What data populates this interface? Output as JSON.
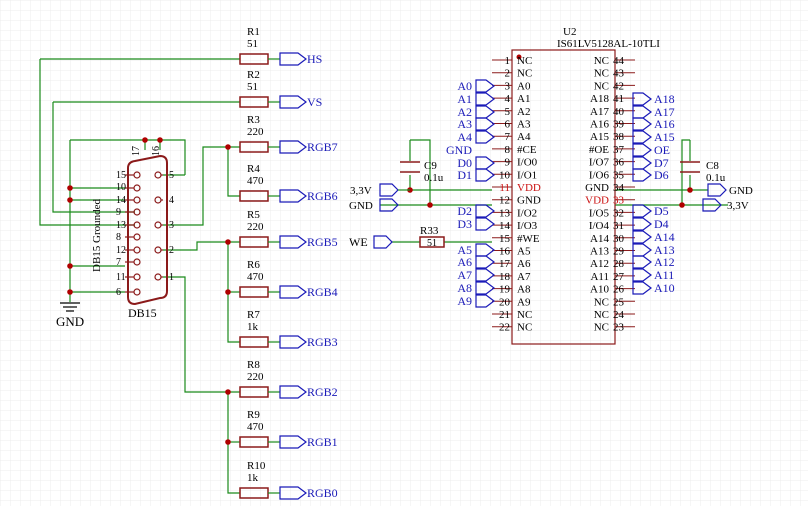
{
  "theme": {
    "wire": "#1a8a1a",
    "part": "#8b1a1a",
    "net": "#1a1ab8",
    "pin": "#cc1111",
    "grid": "#ececec",
    "node": "#b00000"
  },
  "series_resistors": [
    {
      "ref": "R1",
      "value": "51",
      "net": "HS"
    },
    {
      "ref": "R2",
      "value": "51",
      "net": "VS"
    },
    {
      "ref": "R3",
      "value": "220",
      "net": "RGB7"
    },
    {
      "ref": "R4",
      "value": "470",
      "net": "RGB6"
    },
    {
      "ref": "R5",
      "value": "220",
      "net": "RGB5"
    },
    {
      "ref": "R6",
      "value": "470",
      "net": "RGB4"
    },
    {
      "ref": "R7",
      "value": "1k",
      "net": "RGB3"
    },
    {
      "ref": "R8",
      "value": "220",
      "net": "RGB2"
    },
    {
      "ref": "R9",
      "value": "470",
      "net": "RGB1"
    },
    {
      "ref": "R10",
      "value": "1k",
      "net": "RGB0"
    }
  ],
  "connector": {
    "name": "DB15",
    "name_vertical": "DB15 Grounded",
    "pins": [
      {
        "num": "15"
      },
      {
        "num": "5"
      },
      {
        "num": "10"
      },
      {
        "num": "14"
      },
      {
        "num": "4"
      },
      {
        "num": "9"
      },
      {
        "num": "13"
      },
      {
        "num": "3"
      },
      {
        "num": "8"
      },
      {
        "num": "12"
      },
      {
        "num": "2"
      },
      {
        "num": "7"
      },
      {
        "num": "11"
      },
      {
        "num": "1"
      },
      {
        "num": "6"
      },
      {
        "num": "17"
      },
      {
        "num": "16"
      }
    ]
  },
  "ground": {
    "label": "GND"
  },
  "sram": {
    "ref": "U2",
    "part": "IS61LV5128AL-10TLI",
    "left_pins": [
      {
        "num": "1",
        "name": "NC"
      },
      {
        "num": "2",
        "name": "NC"
      },
      {
        "num": "3",
        "name": "A0"
      },
      {
        "num": "4",
        "name": "A1"
      },
      {
        "num": "5",
        "name": "A2"
      },
      {
        "num": "6",
        "name": "A3"
      },
      {
        "num": "7",
        "name": "A4"
      },
      {
        "num": "8",
        "name": "#CE"
      },
      {
        "num": "9",
        "name": "I/O0"
      },
      {
        "num": "10",
        "name": "I/O1"
      },
      {
        "num": "11",
        "name": "VDD"
      },
      {
        "num": "12",
        "name": "GND"
      },
      {
        "num": "13",
        "name": "I/O2"
      },
      {
        "num": "14",
        "name": "I/O3"
      },
      {
        "num": "15",
        "name": "#WE"
      },
      {
        "num": "16",
        "name": "A5"
      },
      {
        "num": "17",
        "name": "A6"
      },
      {
        "num": "18",
        "name": "A7"
      },
      {
        "num": "19",
        "name": "A8"
      },
      {
        "num": "20",
        "name": "A9"
      },
      {
        "num": "21",
        "name": "NC"
      },
      {
        "num": "22",
        "name": "NC"
      }
    ],
    "right_pins": [
      {
        "num": "44",
        "name": "NC"
      },
      {
        "num": "43",
        "name": "NC"
      },
      {
        "num": "42",
        "name": "NC"
      },
      {
        "num": "41",
        "name": "A18"
      },
      {
        "num": "40",
        "name": "A17"
      },
      {
        "num": "39",
        "name": "A16"
      },
      {
        "num": "38",
        "name": "A15"
      },
      {
        "num": "37",
        "name": "#OE"
      },
      {
        "num": "36",
        "name": "I/O7"
      },
      {
        "num": "35",
        "name": "I/O6"
      },
      {
        "num": "34",
        "name": "GND"
      },
      {
        "num": "33",
        "name": "VDD"
      },
      {
        "num": "32",
        "name": "I/O5"
      },
      {
        "num": "31",
        "name": "I/O4"
      },
      {
        "num": "30",
        "name": "A14"
      },
      {
        "num": "29",
        "name": "A13"
      },
      {
        "num": "28",
        "name": "A12"
      },
      {
        "num": "27",
        "name": "A11"
      },
      {
        "num": "26",
        "name": "A10"
      },
      {
        "num": "25",
        "name": "NC"
      },
      {
        "num": "24",
        "name": "NC"
      },
      {
        "num": "23",
        "name": "NC"
      }
    ]
  },
  "left_net_labels": [
    "A0",
    "A1",
    "A2",
    "A3",
    "A4",
    "GND",
    "D0",
    "D1",
    "",
    "",
    "D2",
    "D3",
    "",
    "A5",
    "A6",
    "A7",
    "A8",
    "A9"
  ],
  "right_net_labels": [
    "A18",
    "A17",
    "A16",
    "A15",
    "OE",
    "D7",
    "D6",
    "",
    "",
    "D5",
    "D4",
    "A14",
    "A13",
    "A12",
    "A11",
    "A10"
  ],
  "power": {
    "vdd": "3,3V",
    "gnd": "GND",
    "vdd_right": "3,3V",
    "gnd_right": "GND"
  },
  "capacitors": [
    {
      "ref": "C9",
      "value": "0.1u"
    },
    {
      "ref": "C8",
      "value": "0.1u"
    }
  ],
  "we": {
    "label": "WE",
    "ref": "R33",
    "value": "51"
  }
}
